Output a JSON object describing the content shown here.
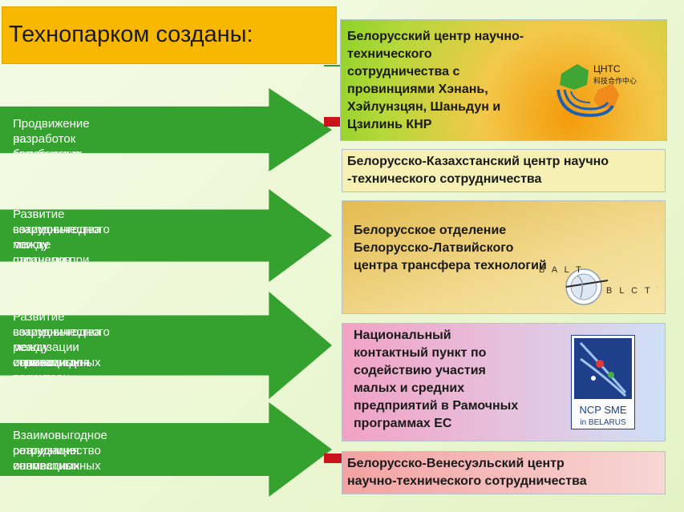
{
  "title": "Технопарком созданы:",
  "arrows": [
    {
      "lines": [
        "Продвижение на зарубежные рынки",
        "разработок белорусских ученых"
      ]
    },
    {
      "lines": [
        "Развитие взаимовыгодного",
        "сотрудничества между странами при",
        "поиске партнеров"
      ]
    },
    {
      "lines": [
        "Развитие взаимовыгодного",
        "сотрудничества между странами для",
        "реализации совместных научных и",
        "инновационных проектов"
      ]
    },
    {
      "lines": [
        "Взаимовыгодное сотрудничество  и",
        "реализация совместных научных и",
        "инновационных проектов"
      ]
    }
  ],
  "centers": [
    {
      "lines": [
        "Белорусский центр научно-",
        "технического",
        "сотрудничества с",
        "провинциями Хэнань,",
        "Хэйлунзцян, Шаньдун и",
        "Цзилинь КНР"
      ],
      "logo": {
        "text": "ЦНТС",
        "subtext": "科技合作中心"
      }
    },
    {
      "lines": [
        "Белорусско-Казахстанский центр научно",
        "-технического сотрудничества"
      ]
    },
    {
      "lines": [
        "Белорусское отделение",
        "Белорусско-Латвийского",
        "центра трансфера технологий"
      ],
      "logo": {
        "text_top": "B A L T",
        "text_right": "B L C T T"
      }
    },
    {
      "lines": [
        "Национальный",
        "контактный пункт по",
        "содействию участия",
        "малых и средних",
        "предприятий в Рамочных",
        "программах ЕС"
      ],
      "logo": {
        "line1": "NCP SME",
        "line2": "in BELARUS"
      }
    },
    {
      "lines": [
        "Белорусско-Венесуэльский центр",
        "научно-технического сотрудничества"
      ]
    }
  ],
  "colors": {
    "title_bg": "#f9b800",
    "arrow": "#35a12e",
    "accent_red": "#c8141a"
  }
}
